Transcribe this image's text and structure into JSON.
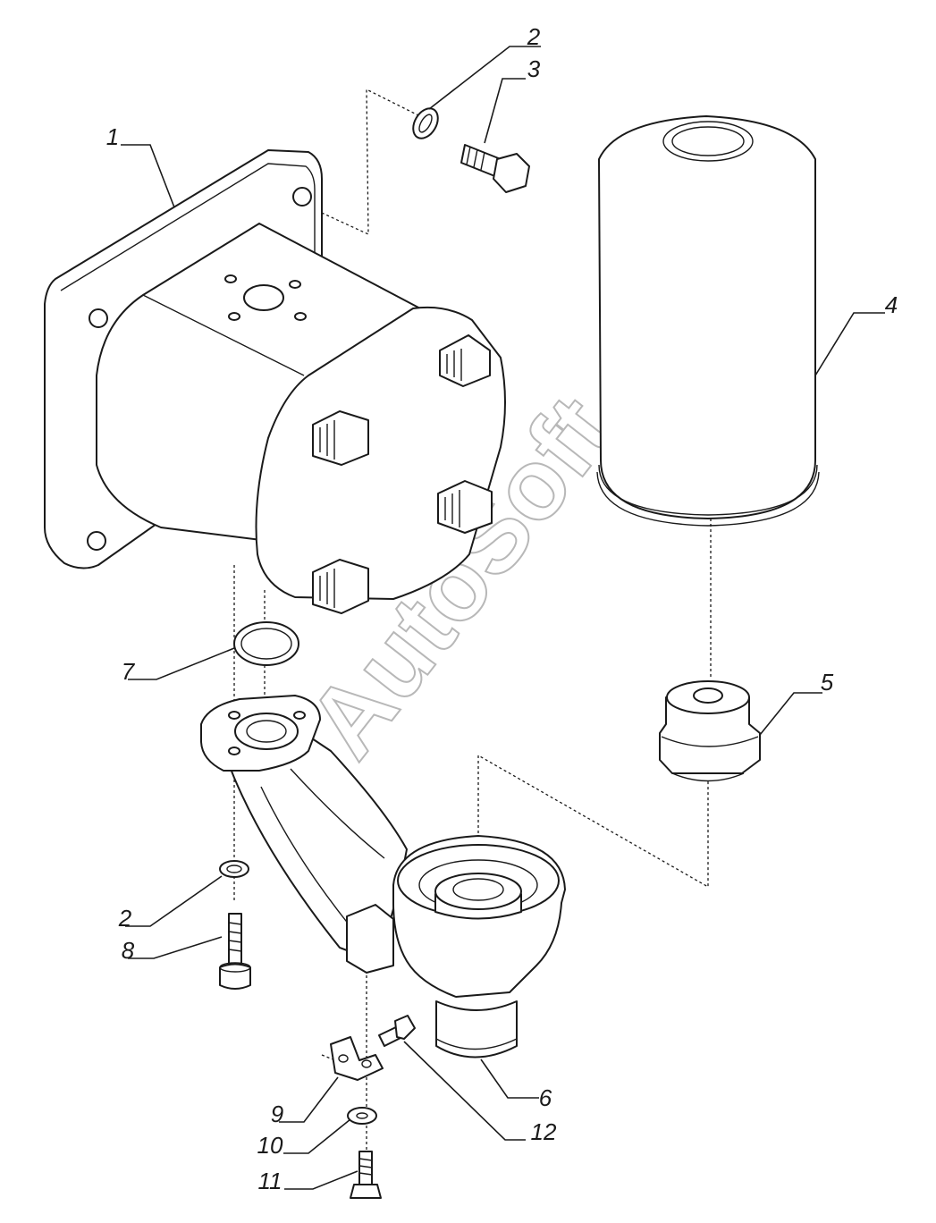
{
  "watermark": "AutoSoft",
  "callouts": [
    {
      "id": "label-1",
      "text": "1"
    },
    {
      "id": "label-2-top",
      "text": "2"
    },
    {
      "id": "label-3",
      "text": "3"
    },
    {
      "id": "label-4",
      "text": "4"
    },
    {
      "id": "label-5",
      "text": "5"
    },
    {
      "id": "label-6",
      "text": "6"
    },
    {
      "id": "label-7",
      "text": "7"
    },
    {
      "id": "label-2-bottom",
      "text": "2"
    },
    {
      "id": "label-8",
      "text": "8"
    },
    {
      "id": "label-9",
      "text": "9"
    },
    {
      "id": "label-10",
      "text": "10"
    },
    {
      "id": "label-11",
      "text": "11"
    },
    {
      "id": "label-12",
      "text": "12"
    }
  ]
}
